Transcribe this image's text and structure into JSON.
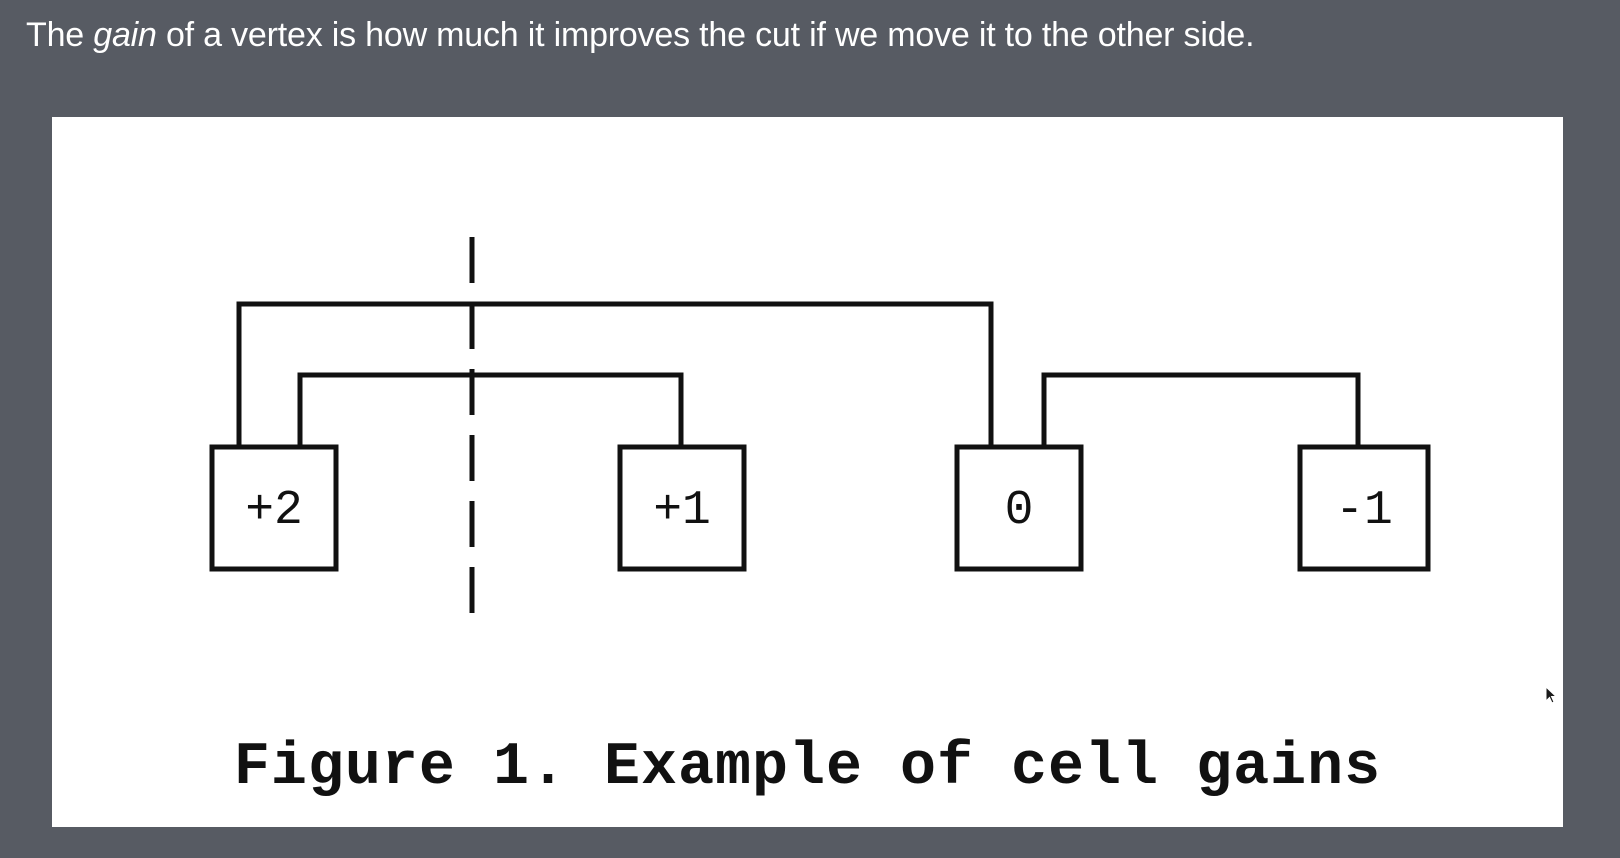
{
  "header": {
    "text_before": "The ",
    "emphasis": "gain",
    "text_after": " of a vertex is how much it improves the cut if we move it to the other side."
  },
  "figure": {
    "cells": [
      {
        "label": "+2"
      },
      {
        "label": "+1"
      },
      {
        "label": "0"
      },
      {
        "label": "-1"
      }
    ],
    "caption": "Figure 1. Example of cell gains"
  },
  "colors": {
    "background": "#575b63",
    "panel": "#ffffff",
    "ink": "#111111"
  },
  "icons": {
    "cursor": "mouse-pointer-icon"
  }
}
